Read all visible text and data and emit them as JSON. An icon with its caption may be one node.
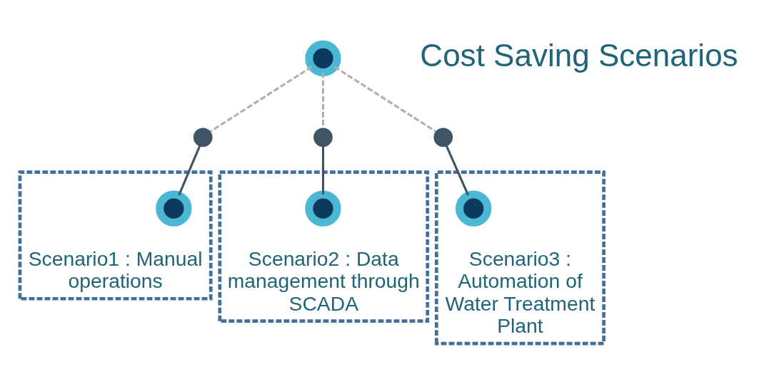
{
  "diagram": {
    "nodes": [
      {
        "text": [],
        "shape": "circle",
        "beside": [
          "Cost Saving Scenarios"
        ]
      },
      {
        "text": [],
        "shape": "circle"
      },
      {
        "text": [],
        "shape": "circle"
      },
      {
        "text": [],
        "shape": "circle"
      },
      {
        "text": [
          "Scenario1 : Manual operations"
        ]
      },
      {
        "text": [],
        "shape": "circle",
        "in": 4
      },
      {
        "text": [
          "Scenario2 : Data management through SCADA"
        ]
      },
      {
        "text": [],
        "shape": "circle",
        "in": 6
      },
      {
        "text": [
          "Scenario3 : Automation of Water Treatment Plant"
        ]
      },
      {
        "text": [],
        "shape": "circle",
        "in": 8
      }
    ],
    "edges": [
      {
        "from": 0,
        "to": 1,
        "arrow": "none",
        "style": "dashed",
        "color": "#b0b0b0"
      },
      {
        "from": 0,
        "to": 2,
        "arrow": "none",
        "style": "dashed",
        "color": "#b0b0b0"
      },
      {
        "from": 0,
        "to": 3,
        "arrow": "none",
        "style": "dashed",
        "color": "#b0b0b0"
      },
      {
        "from": 1,
        "to": 5,
        "arrow": "none",
        "color": "#3d5566"
      },
      {
        "from": 2,
        "to": 7,
        "arrow": "none",
        "color": "#3d5566"
      },
      {
        "from": 3,
        "to": 9,
        "arrow": "none",
        "color": "#3d5566"
      }
    ]
  }
}
